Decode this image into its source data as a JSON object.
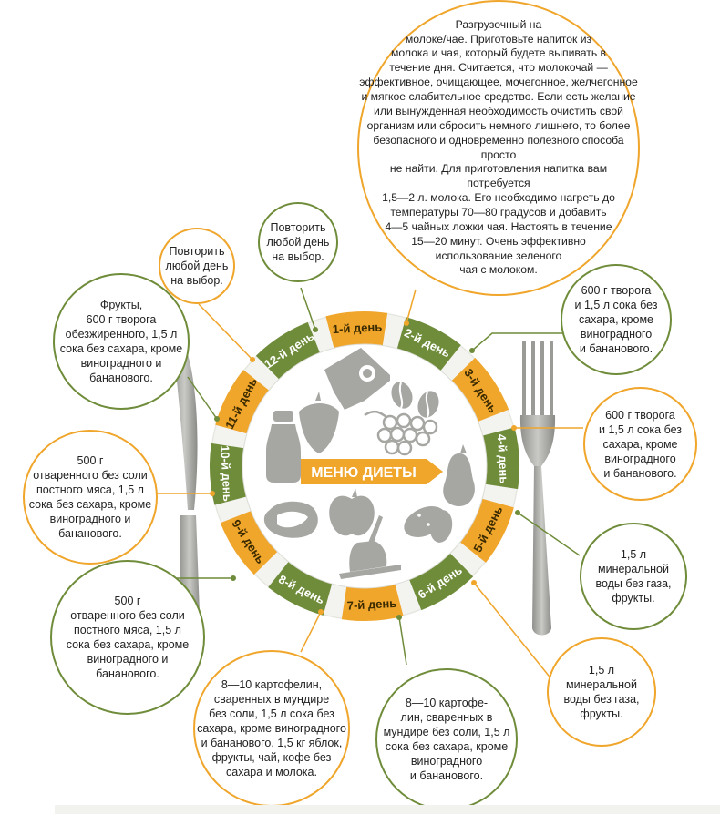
{
  "center": {
    "title": "МЕНЮ ДИЕТЫ"
  },
  "days": [
    {
      "label": "1-й день",
      "color": "orange"
    },
    {
      "label": "2-й день",
      "color": "green"
    },
    {
      "label": "3-й день",
      "color": "orange"
    },
    {
      "label": "4-й день",
      "color": "green"
    },
    {
      "label": "5-й день",
      "color": "orange"
    },
    {
      "label": "6-й день",
      "color": "green"
    },
    {
      "label": "7-й день",
      "color": "orange"
    },
    {
      "label": "8-й день",
      "color": "green"
    },
    {
      "label": "9-й день",
      "color": "orange"
    },
    {
      "label": "10-й день",
      "color": "green"
    },
    {
      "label": "11-й день",
      "color": "orange"
    },
    {
      "label": "12-й день",
      "color": "green"
    }
  ],
  "descriptions": {
    "day1": "Разгрузочный на\nмолоке/чае. Приготовьте напиток из\nмолока и чая, который будете выпивать в\nтечение дня. Считается, что молокочай —\nэффективное, очищающее, мочегонное, желчегонное\nи мягкое слабительное средство. Если есть желание\nили вынужденная необходимость очистить свой\nорганизм или сбросить немного лишнего, то более\nбезопасного и одновременно полезного способа просто\nне найти. Для приготовления напитка вам потребуется\n1,5—2 л. молока. Его необходимо нагреть до\nтемпературы 70—80 градусов и добавить\n4—5 чайных ложки чая. Настоять в течение\n15—20 минут. Очень эффективно\nиспользование зеленого\nчая с молоком.",
    "day2": "600 г творога\nи 1,5 л сока без\nсахара, кроме\nвиноградного\nи бананового.",
    "day3": "600 г творога\nи 1,5 л сока без\nсахара, кроме\nвиноградного\nи бананового.",
    "day4": "1,5 л\nминеральной\nводы без газа,\nфрукты.",
    "day5": "1,5 л\nминеральной\nводы без газа,\nфрукты.",
    "day6": "8—10 картофе-\nлин, сваренных в\nмундире без соли, 1,5 л\nсока без сахара, кроме\nвиноградного\nи бананового.",
    "day7": "8—10 картофелин,\nсваренных в мундире\nбез соли, 1,5 л сока без\nсахара, кроме виноградного\nи бананового, 1,5 кг яблок,\nфрукты, чай, кофе без\nсахара и молока.",
    "day8": "500 г\nотваренного без соли\nпостного мяса, 1,5 л\nсока без сахара, кроме\nвиноградного и\nбананового.",
    "day9": "500 г\nотваренного без соли\nпостного мяса, 1,5 л\nсока без сахара, кроме\nвиноградного и\nбананового.",
    "day10": "Фрукты,\n600 г творога\nобезжиренного, 1,5 л\nсока без сахара, кроме\nвиноградного и\nбананового.",
    "day11": "Повторить\nлюбой день\nна выбор.",
    "day12": "Повторить\nлюбой день\nна выбор."
  },
  "icons": [
    "milk-bottle",
    "strawberry",
    "milk-carton",
    "coffee-beans",
    "grapes",
    "pear",
    "potatoes",
    "apple",
    "meat",
    "sour-cream"
  ],
  "colors": {
    "orange": "#f0a52b",
    "green": "#6f8c3a",
    "grey": "#a6a6a3",
    "plate_inner": "#ffffff",
    "plate_outer": "#f3f3ef"
  }
}
